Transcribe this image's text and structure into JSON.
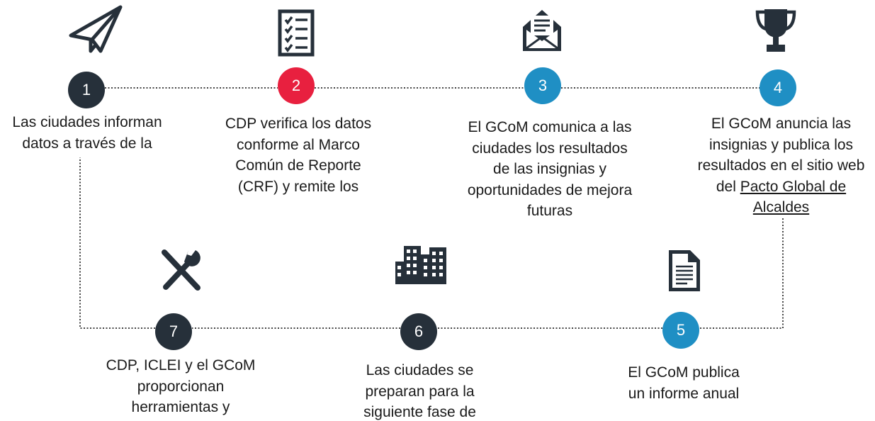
{
  "steps": [
    {
      "number": "1",
      "lines": [
        "Las ciudades informan",
        "datos a través de la"
      ],
      "icon": "paper-plane-icon",
      "color": "#26303a"
    },
    {
      "number": "2",
      "lines": [
        "CDP verifica los datos",
        "conforme al Marco",
        "Común de Reporte",
        "(CRF) y remite los"
      ],
      "icon": "checklist-icon",
      "color": "#e8203f"
    },
    {
      "number": "3",
      "lines": [
        "El GCoM comunica a las",
        "ciudades los resultados",
        "de las insignias y",
        "oportunidades de mejora",
        "futuras"
      ],
      "icon": "open-envelope-icon",
      "color": "#1f8fc4"
    },
    {
      "number": "4",
      "lines": [
        "El GCoM anuncia las",
        "insignias y publica los",
        "resultados en el sitio web",
        "del ",
        "Pacto Global de",
        "Alcaldes"
      ],
      "icon": "trophy-icon",
      "color": "#1f8fc4"
    },
    {
      "number": "5",
      "lines": [
        "El GCoM publica",
        "un informe anual"
      ],
      "icon": "document-icon",
      "color": "#1f8fc4"
    },
    {
      "number": "6",
      "lines": [
        "Las ciudades se",
        "preparan para la",
        "siguiente fase de"
      ],
      "icon": "city-buildings-icon",
      "color": "#26303a"
    },
    {
      "number": "7",
      "lines": [
        "CDP, ICLEI y el GCoM",
        "proporcionan",
        "herramientas y"
      ],
      "icon": "tools-icon",
      "color": "#26303a"
    }
  ]
}
